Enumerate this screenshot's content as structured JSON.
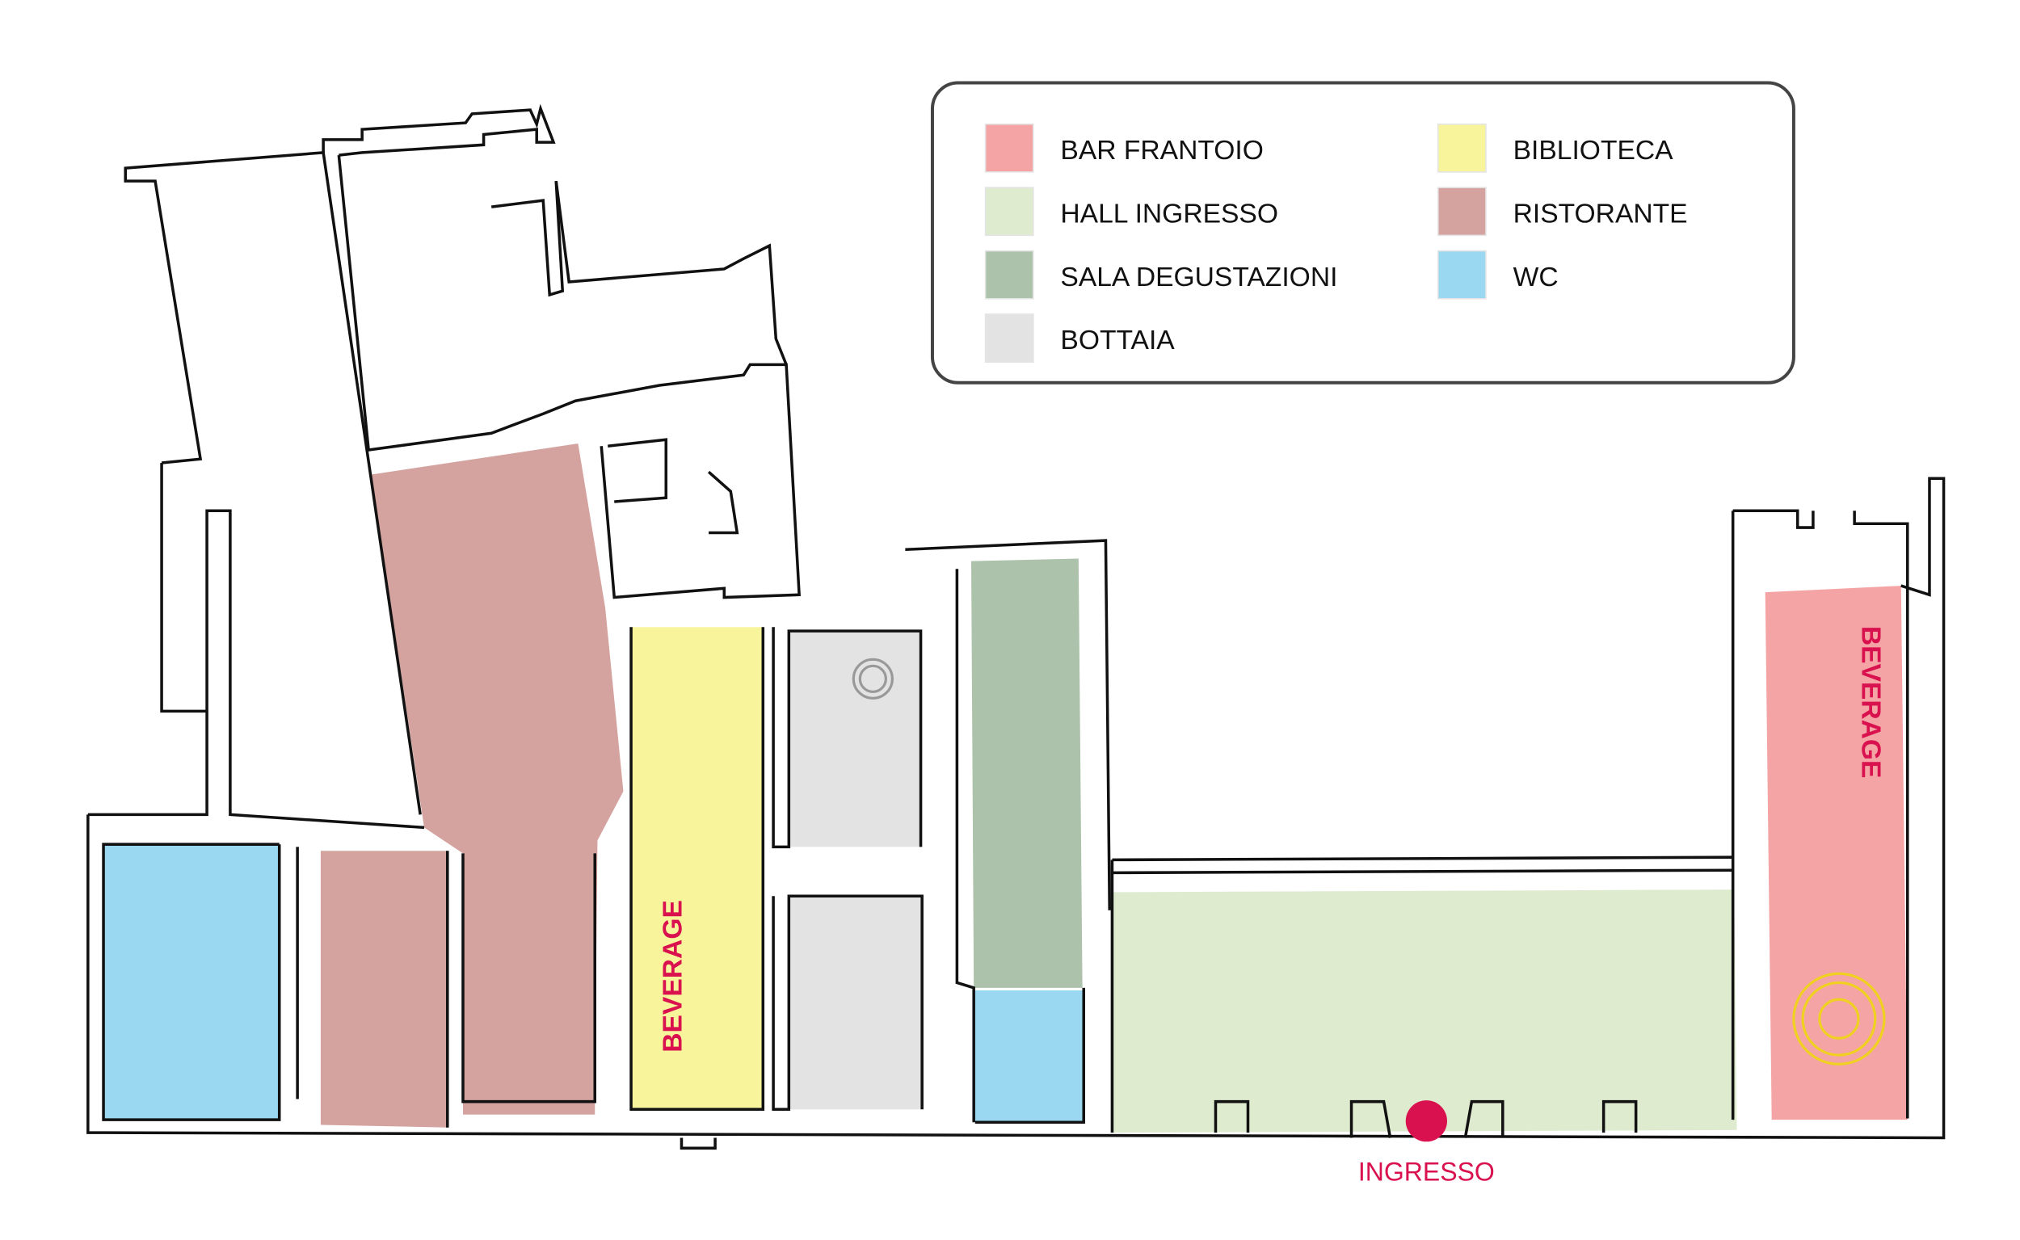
{
  "legend": {
    "items": [
      {
        "label": "BAR FRANTOIO",
        "color": "#f4a4a4"
      },
      {
        "label": "HALL INGRESSO",
        "color": "#deebcf"
      },
      {
        "label": "SALA DEGUSTAZIONI",
        "color": "#adc2ab"
      },
      {
        "label": "BOTTAIA",
        "color": "#e3e3e3"
      },
      {
        "label": "BIBLIOTECA",
        "color": "#f7f49b"
      },
      {
        "label": "RISTORANTE",
        "color": "#d4a39f"
      },
      {
        "label": "WC",
        "color": "#9ad8f2"
      }
    ]
  },
  "labels": {
    "beverage_biblioteca": "BEVERAGE",
    "beverage_bar": "BEVERAGE",
    "entrance": "INGRESSO"
  },
  "accent_color": "#d9124f"
}
